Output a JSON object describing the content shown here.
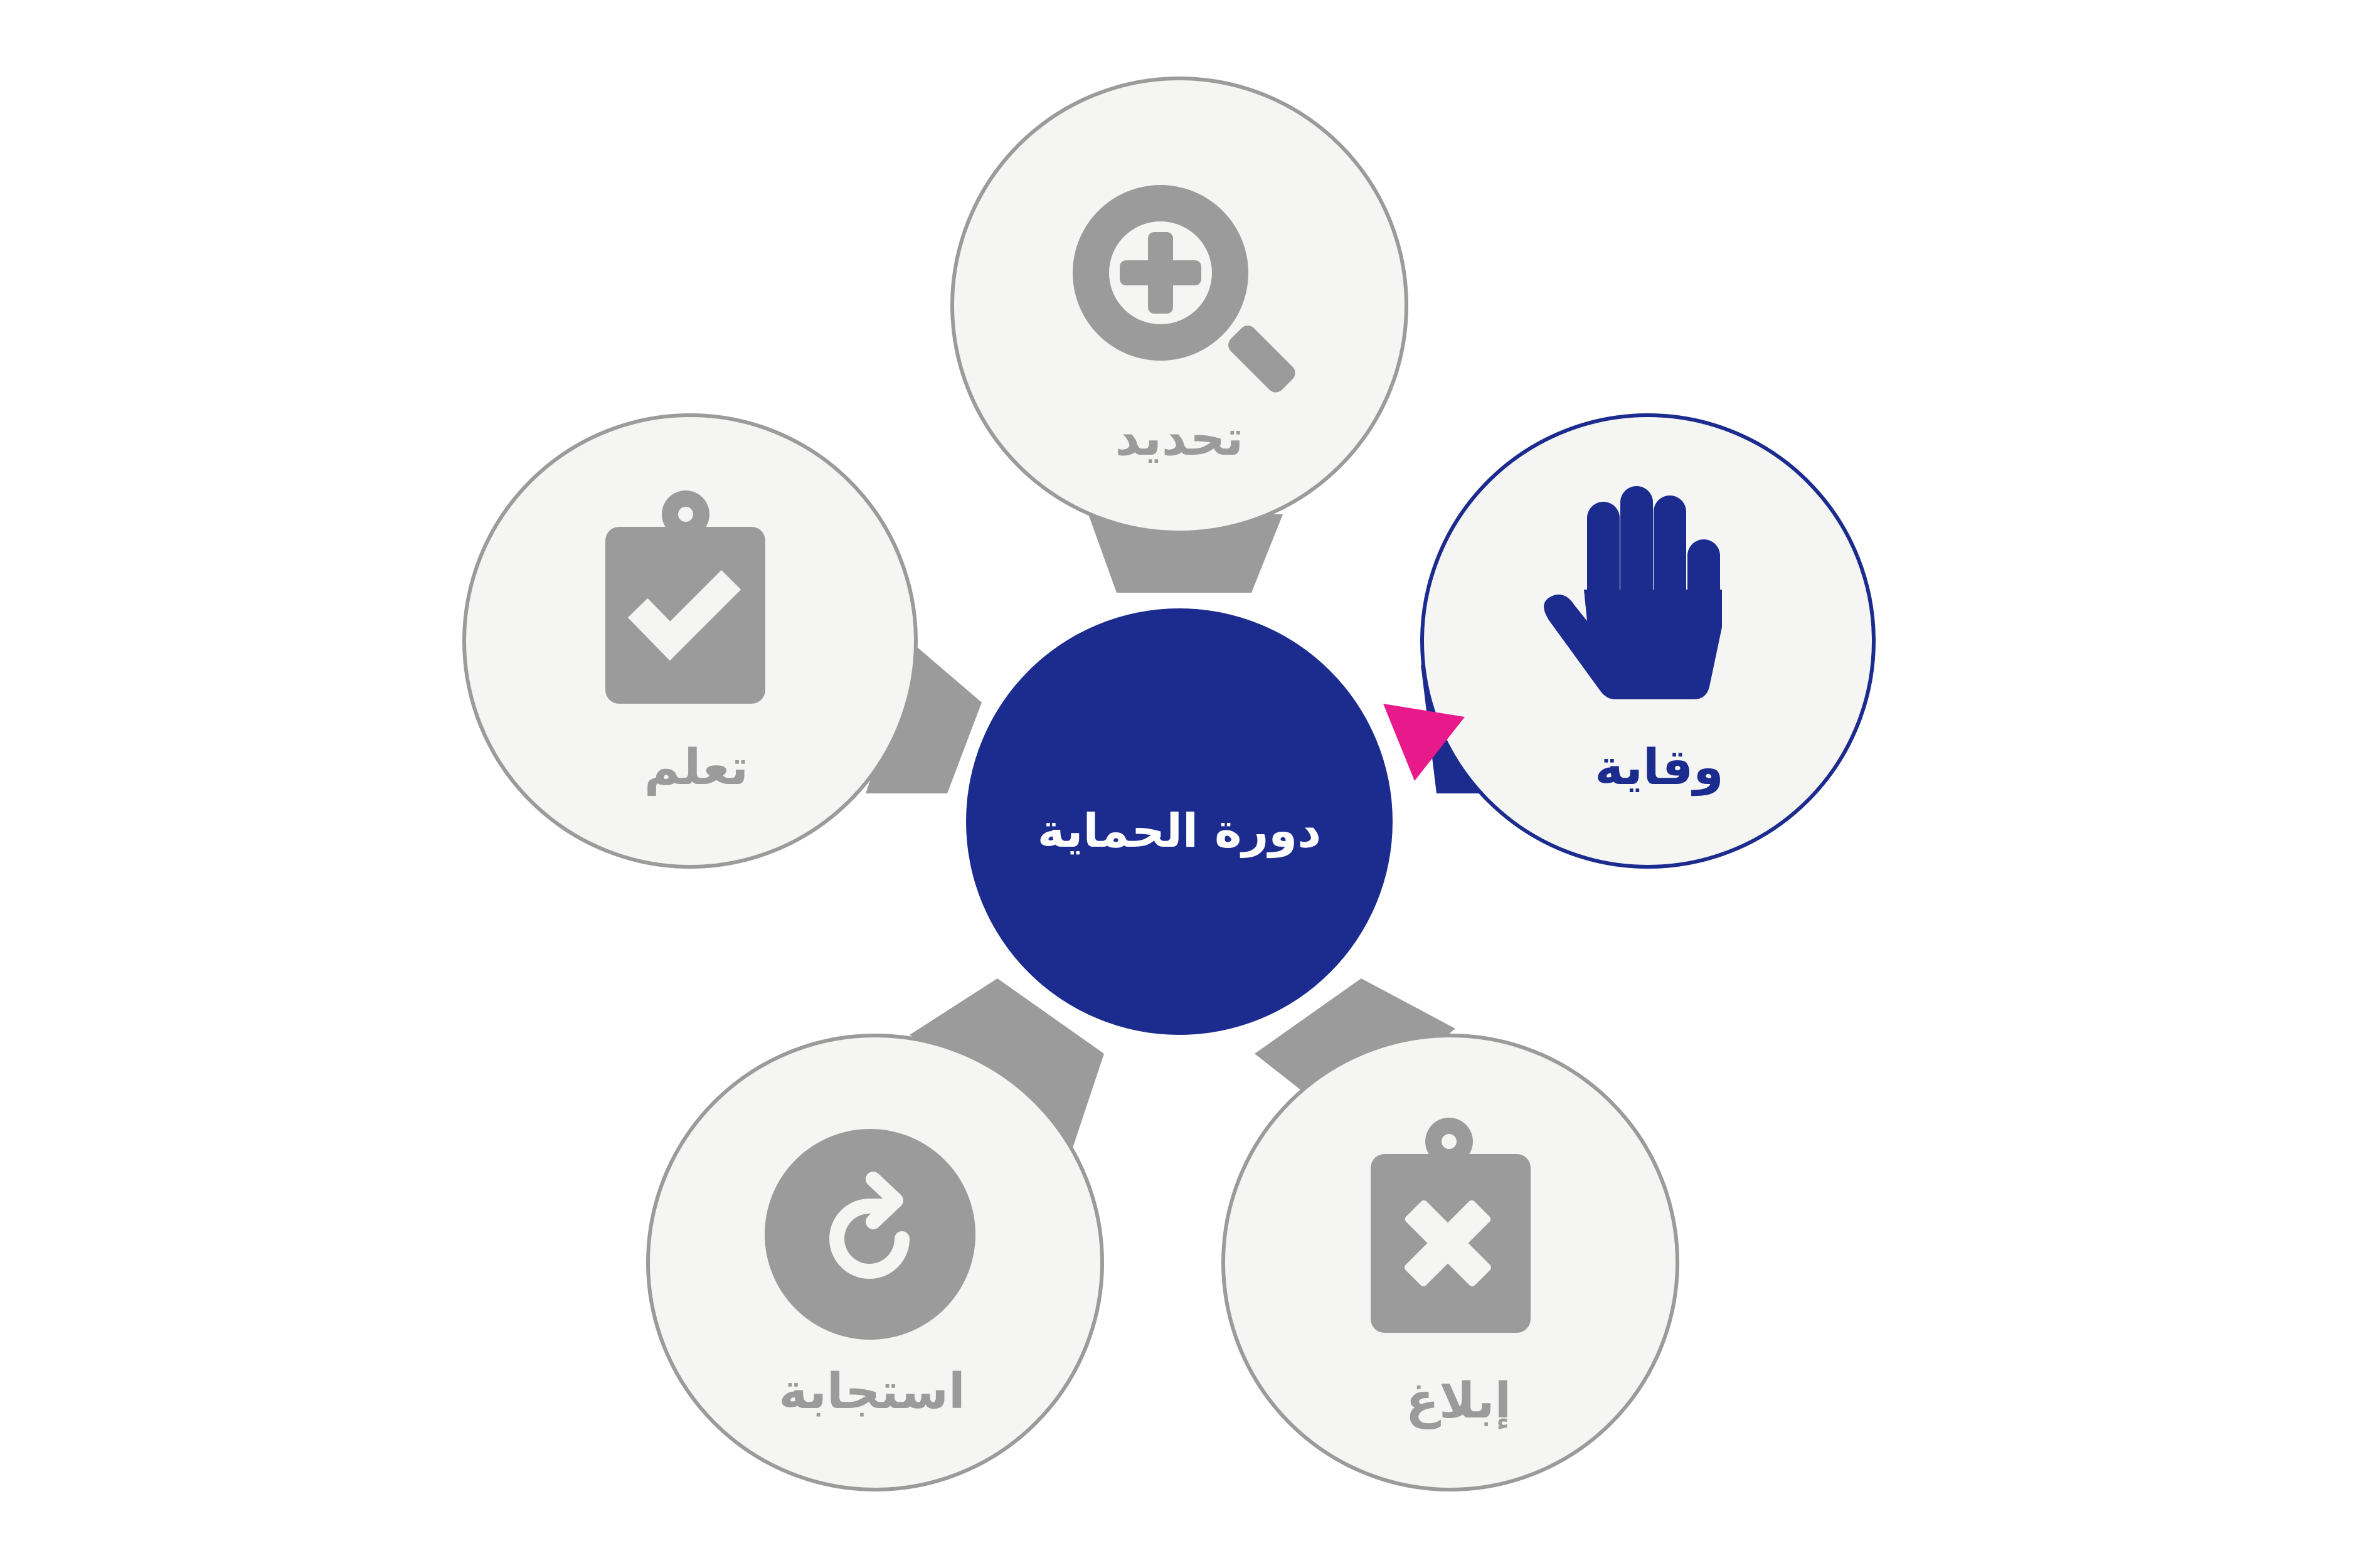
{
  "center": {
    "label": "دورة الحماية"
  },
  "nodes": [
    {
      "id": "identify",
      "label": "تحديد",
      "icon": "magnifier-plus-icon",
      "active": false
    },
    {
      "id": "protect",
      "label": "وقاية",
      "icon": "hand-stop-icon",
      "active": true
    },
    {
      "id": "report",
      "label": "إبلاغ",
      "icon": "clipboard-x-icon",
      "active": false
    },
    {
      "id": "respond",
      "label": "استجابة",
      "icon": "refresh-circle-icon",
      "active": false
    },
    {
      "id": "learn",
      "label": "تعلم",
      "icon": "clipboard-check-icon",
      "active": false
    }
  ],
  "colors": {
    "background": "#ffffff",
    "center_fill": "#1b2b8e",
    "node_fill": "#f5f5f3",
    "node_border_inactive": "#9b9b9b",
    "node_border_active": "#1b2b8e",
    "icon_inactive": "#9b9b9b",
    "icon_active": "#1b2b8e",
    "label_inactive": "#9b9b9b",
    "label_active": "#1b2b8e",
    "connector_inactive": "#9b9b9b",
    "connector_active": "#1b2b8e",
    "pointer_accent": "#e8198b"
  }
}
